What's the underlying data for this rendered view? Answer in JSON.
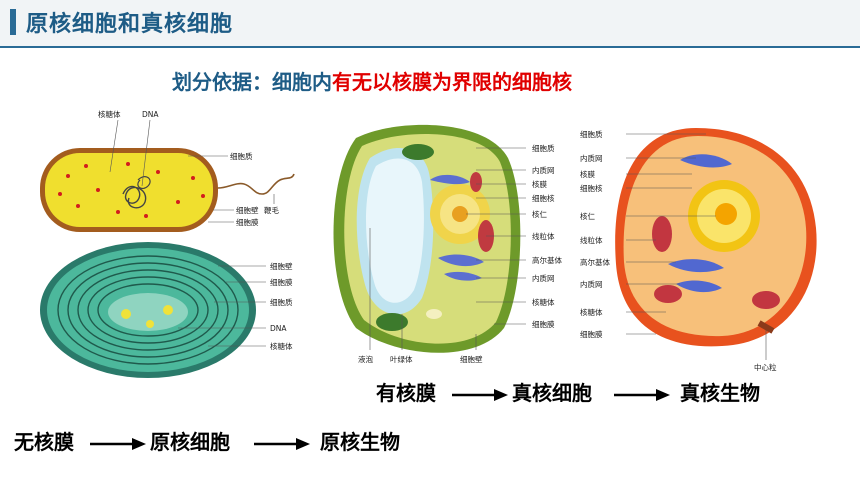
{
  "header": {
    "title": "原核细胞和真核细胞"
  },
  "subtitle": {
    "prefix": "划分依据：细胞内",
    "highlight": "有无以核膜为界限的细胞核"
  },
  "bacterium_labels": [
    "核糖体",
    "DNA",
    "细胞质",
    "细胞壁",
    "细胞膜",
    "鞭毛"
  ],
  "cyanobacterium_labels": [
    "细胞壁",
    "细胞膜",
    "细胞质",
    "DNA",
    "核糖体"
  ],
  "plant_cell_labels": [
    "细胞质",
    "内质网",
    "核膜",
    "细胞核",
    "核仁",
    "线粒体",
    "高尔基体",
    "内质网",
    "核糖体",
    "细胞膜",
    "液泡",
    "叶绿体",
    "细胞壁"
  ],
  "animal_cell_labels": [
    "细胞质",
    "内质网",
    "核膜",
    "细胞核",
    "核仁",
    "线粒体",
    "高尔基体",
    "内质网",
    "核糖体",
    "细胞膜",
    "中心粒"
  ],
  "eukaryote_chain": [
    "有核膜",
    "真核细胞",
    "真核生物"
  ],
  "prokaryote_chain": [
    "无核膜",
    "原核细胞",
    "原核生物"
  ],
  "colors": {
    "accent": "#1e5c86",
    "highlight": "#e00000"
  }
}
